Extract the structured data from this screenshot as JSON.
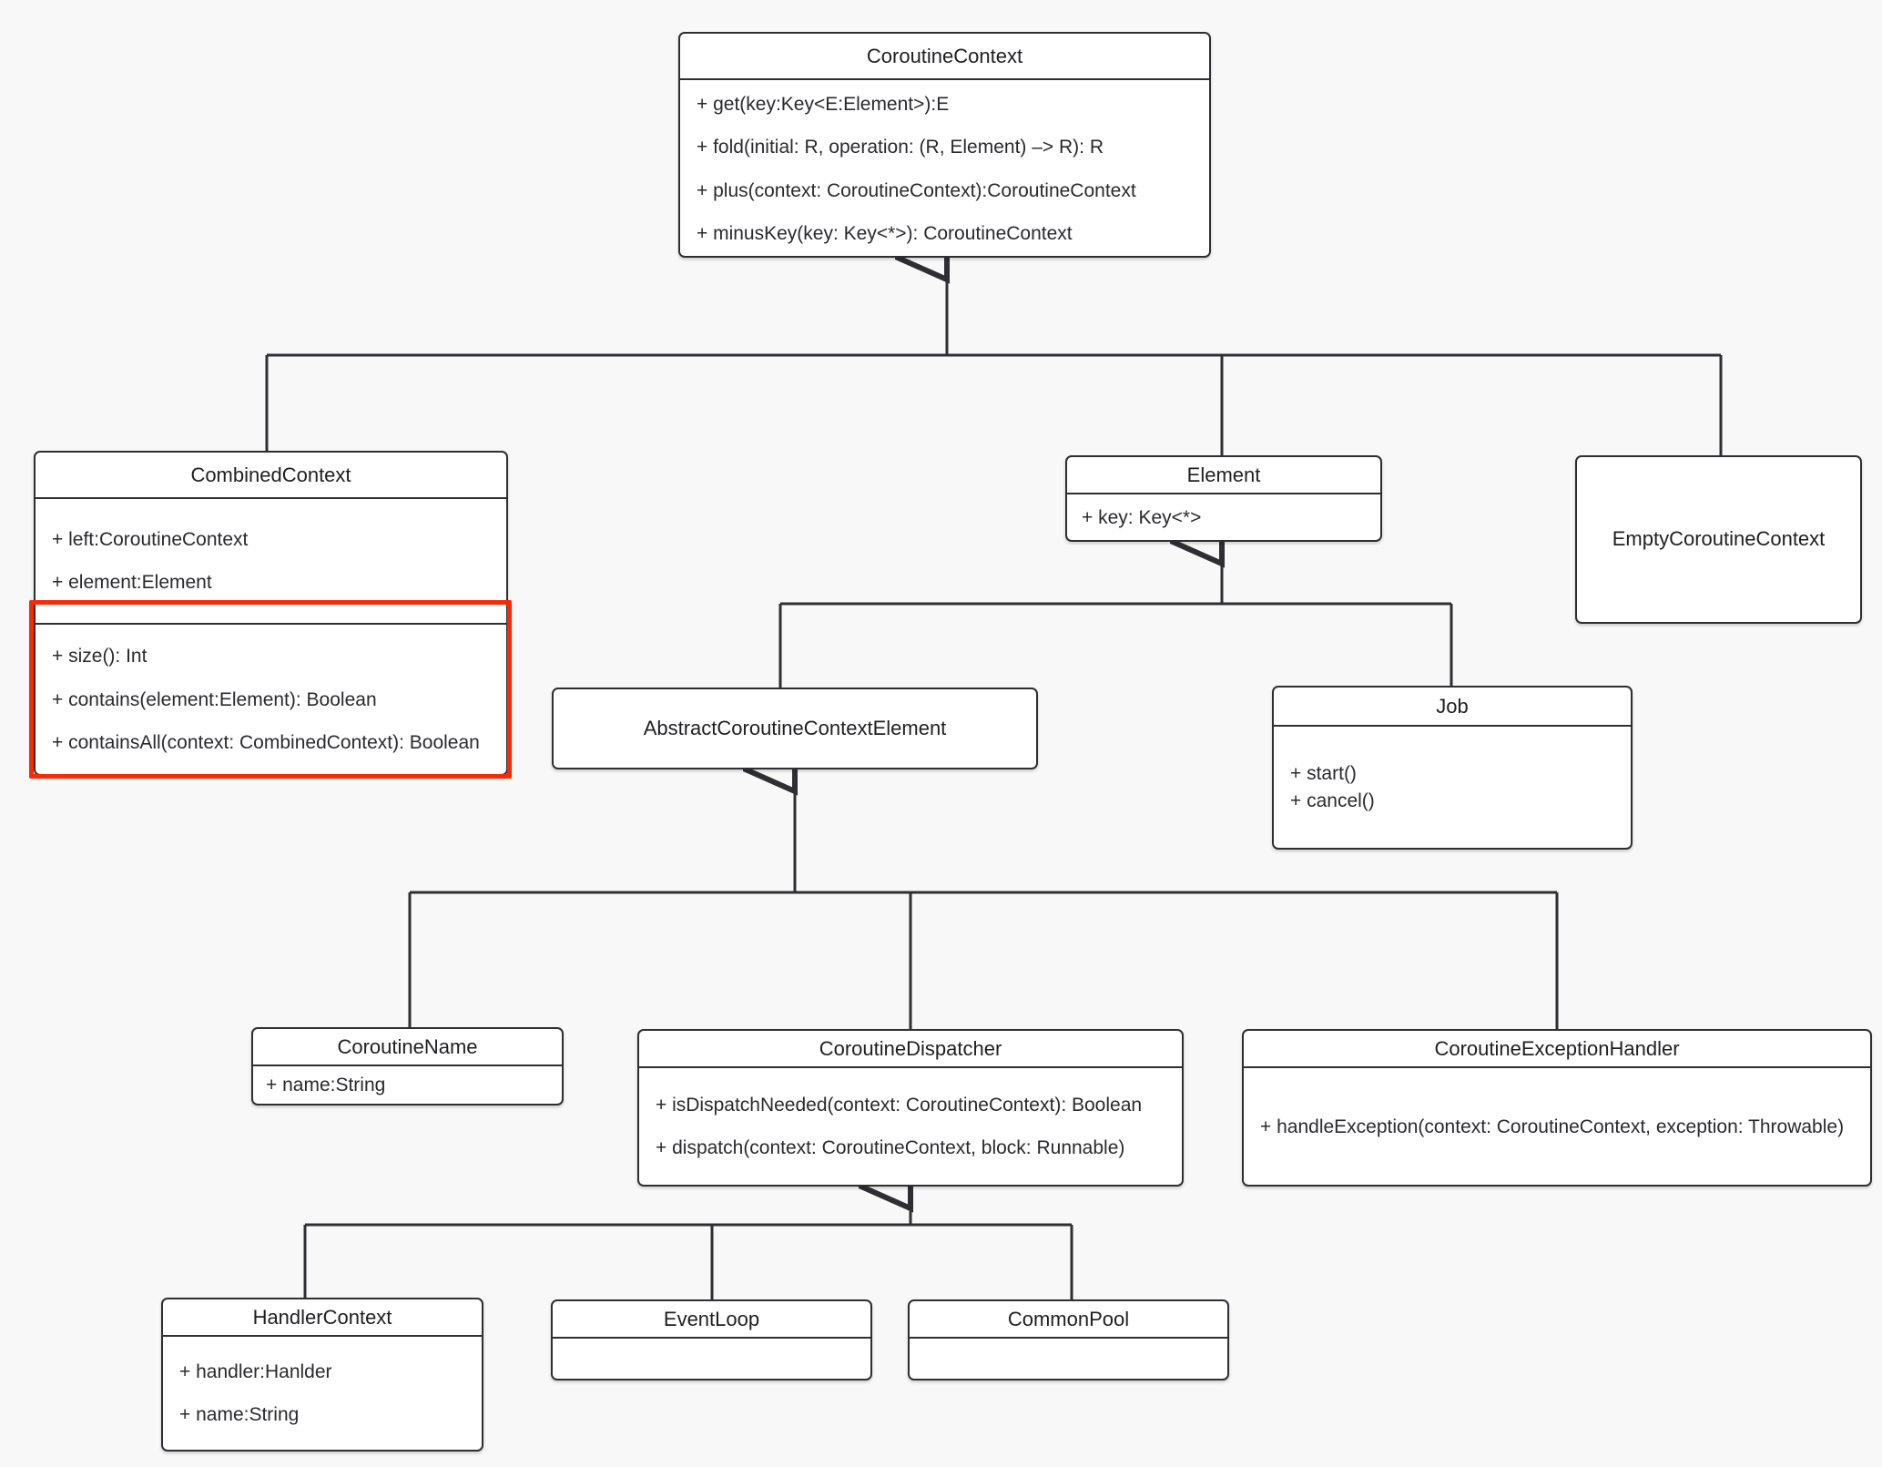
{
  "diagram": {
    "title": "Kotlin CoroutineContext class hierarchy",
    "type": "uml-class-diagram",
    "background_color": "#f8f8f8",
    "box_fill": "#ffffff",
    "line_color": "#2f2f33",
    "highlight_color": "#fa2a05"
  },
  "classes": {
    "coroutine_context": {
      "name": "CoroutineContext",
      "members": [
        "+ get(key:Key<E:Element>):E",
        "+ fold(initial: R, operation: (R, Element) –> R): R",
        "+ plus(context: CoroutineContext):CoroutineContext",
        "+ minusKey(key: Key<*>): CoroutineContext"
      ]
    },
    "combined_context": {
      "name": "CombinedContext",
      "attributes": [
        "+ left:CoroutineContext",
        "+ element:Element"
      ],
      "methods": [
        "+ size(): Int",
        "+ contains(element:Element): Boolean",
        "+ containsAll(context: CombinedContext): Boolean"
      ]
    },
    "element": {
      "name": "Element",
      "members": [
        "+ key: Key<*>"
      ]
    },
    "empty_coroutine_context": {
      "name": "EmptyCoroutineContext",
      "members": []
    },
    "abstract_coroutine_context_element": {
      "name": "AbstractCoroutineContextElement",
      "members": []
    },
    "job": {
      "name": "Job",
      "members": [
        "+ start()",
        "+ cancel()"
      ]
    },
    "coroutine_name": {
      "name": "CoroutineName",
      "members": [
        "+ name:String"
      ]
    },
    "coroutine_dispatcher": {
      "name": "CoroutineDispatcher",
      "members": [
        "+ isDispatchNeeded(context: CoroutineContext): Boolean",
        "+ dispatch(context: CoroutineContext, block: Runnable)"
      ]
    },
    "coroutine_exception_handler": {
      "name": "CoroutineExceptionHandler",
      "members": [
        "+ handleException(context: CoroutineContext, exception: Throwable)"
      ]
    },
    "handler_context": {
      "name": "HandlerContext",
      "members": [
        "+ handler:Hanlder",
        "+ name:String"
      ]
    },
    "event_loop": {
      "name": "EventLoop",
      "members": []
    },
    "common_pool": {
      "name": "CommonPool",
      "members": []
    }
  },
  "relationships": [
    {
      "from": "CombinedContext",
      "to": "CoroutineContext",
      "type": "generalization"
    },
    {
      "from": "Element",
      "to": "CoroutineContext",
      "type": "generalization"
    },
    {
      "from": "EmptyCoroutineContext",
      "to": "CoroutineContext",
      "type": "generalization"
    },
    {
      "from": "AbstractCoroutineContextElement",
      "to": "Element",
      "type": "generalization"
    },
    {
      "from": "Job",
      "to": "Element",
      "type": "generalization"
    },
    {
      "from": "CoroutineName",
      "to": "AbstractCoroutineContextElement",
      "type": "generalization"
    },
    {
      "from": "CoroutineDispatcher",
      "to": "AbstractCoroutineContextElement",
      "type": "generalization"
    },
    {
      "from": "CoroutineExceptionHandler",
      "to": "AbstractCoroutineContextElement",
      "type": "generalization"
    },
    {
      "from": "HandlerContext",
      "to": "CoroutineDispatcher",
      "type": "generalization"
    },
    {
      "from": "EventLoop",
      "to": "CoroutineDispatcher",
      "type": "generalization"
    },
    {
      "from": "CommonPool",
      "to": "CoroutineDispatcher",
      "type": "generalization"
    }
  ],
  "annotation": {
    "highlight_target": "CombinedContext methods compartment",
    "color": "#fa2a05"
  }
}
